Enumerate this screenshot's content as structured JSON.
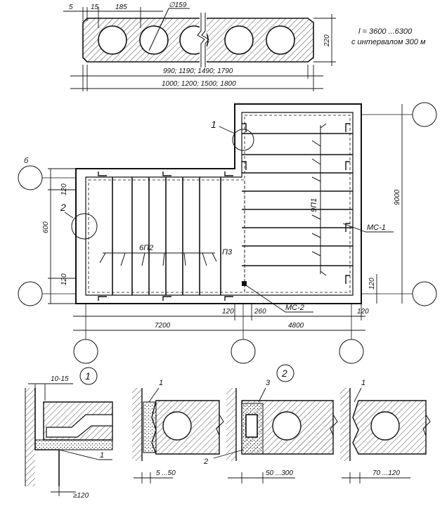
{
  "section_top": {
    "dims_top": [
      "5",
      "15",
      "185"
    ],
    "diameter": "∅159",
    "height": "220",
    "width_inner": "990; 1190; 1490; 1790",
    "width_outer": "1000; 1200; 1500; 1800",
    "note_line1": "l = 3600 ...6300",
    "note_line2": "с интервалом 300 м"
  },
  "plan": {
    "axis_b": "б",
    "callout_1": "1",
    "callout_2": "2",
    "dim_600": "600",
    "dim_120_a": "120",
    "dim_120_b": "120",
    "dim_9000": "9000",
    "dim_120_right": "120",
    "mark_6p2": "6П2",
    "mark_p3": "П3",
    "mark_9p1": "9П1",
    "mark_ms1": "МС-1",
    "mark_ms2": "МС-2",
    "dim_120_bot_a": "120",
    "dim_260": "260",
    "dim_120_bot_b": "120",
    "dim_7200": "7200",
    "dim_4800": "4800"
  },
  "details": {
    "circle_1": "1",
    "circle_2": "2",
    "dim_10_15": "10-15",
    "dim_ge120": "≥120",
    "label_1a": "1",
    "label_1b": "1",
    "label_3": "3",
    "label_2": "2",
    "label_1c": "1",
    "dim_5_50": "5 ...50",
    "dim_50_300": "50 ...300",
    "dim_70_120": "70 ...120"
  }
}
